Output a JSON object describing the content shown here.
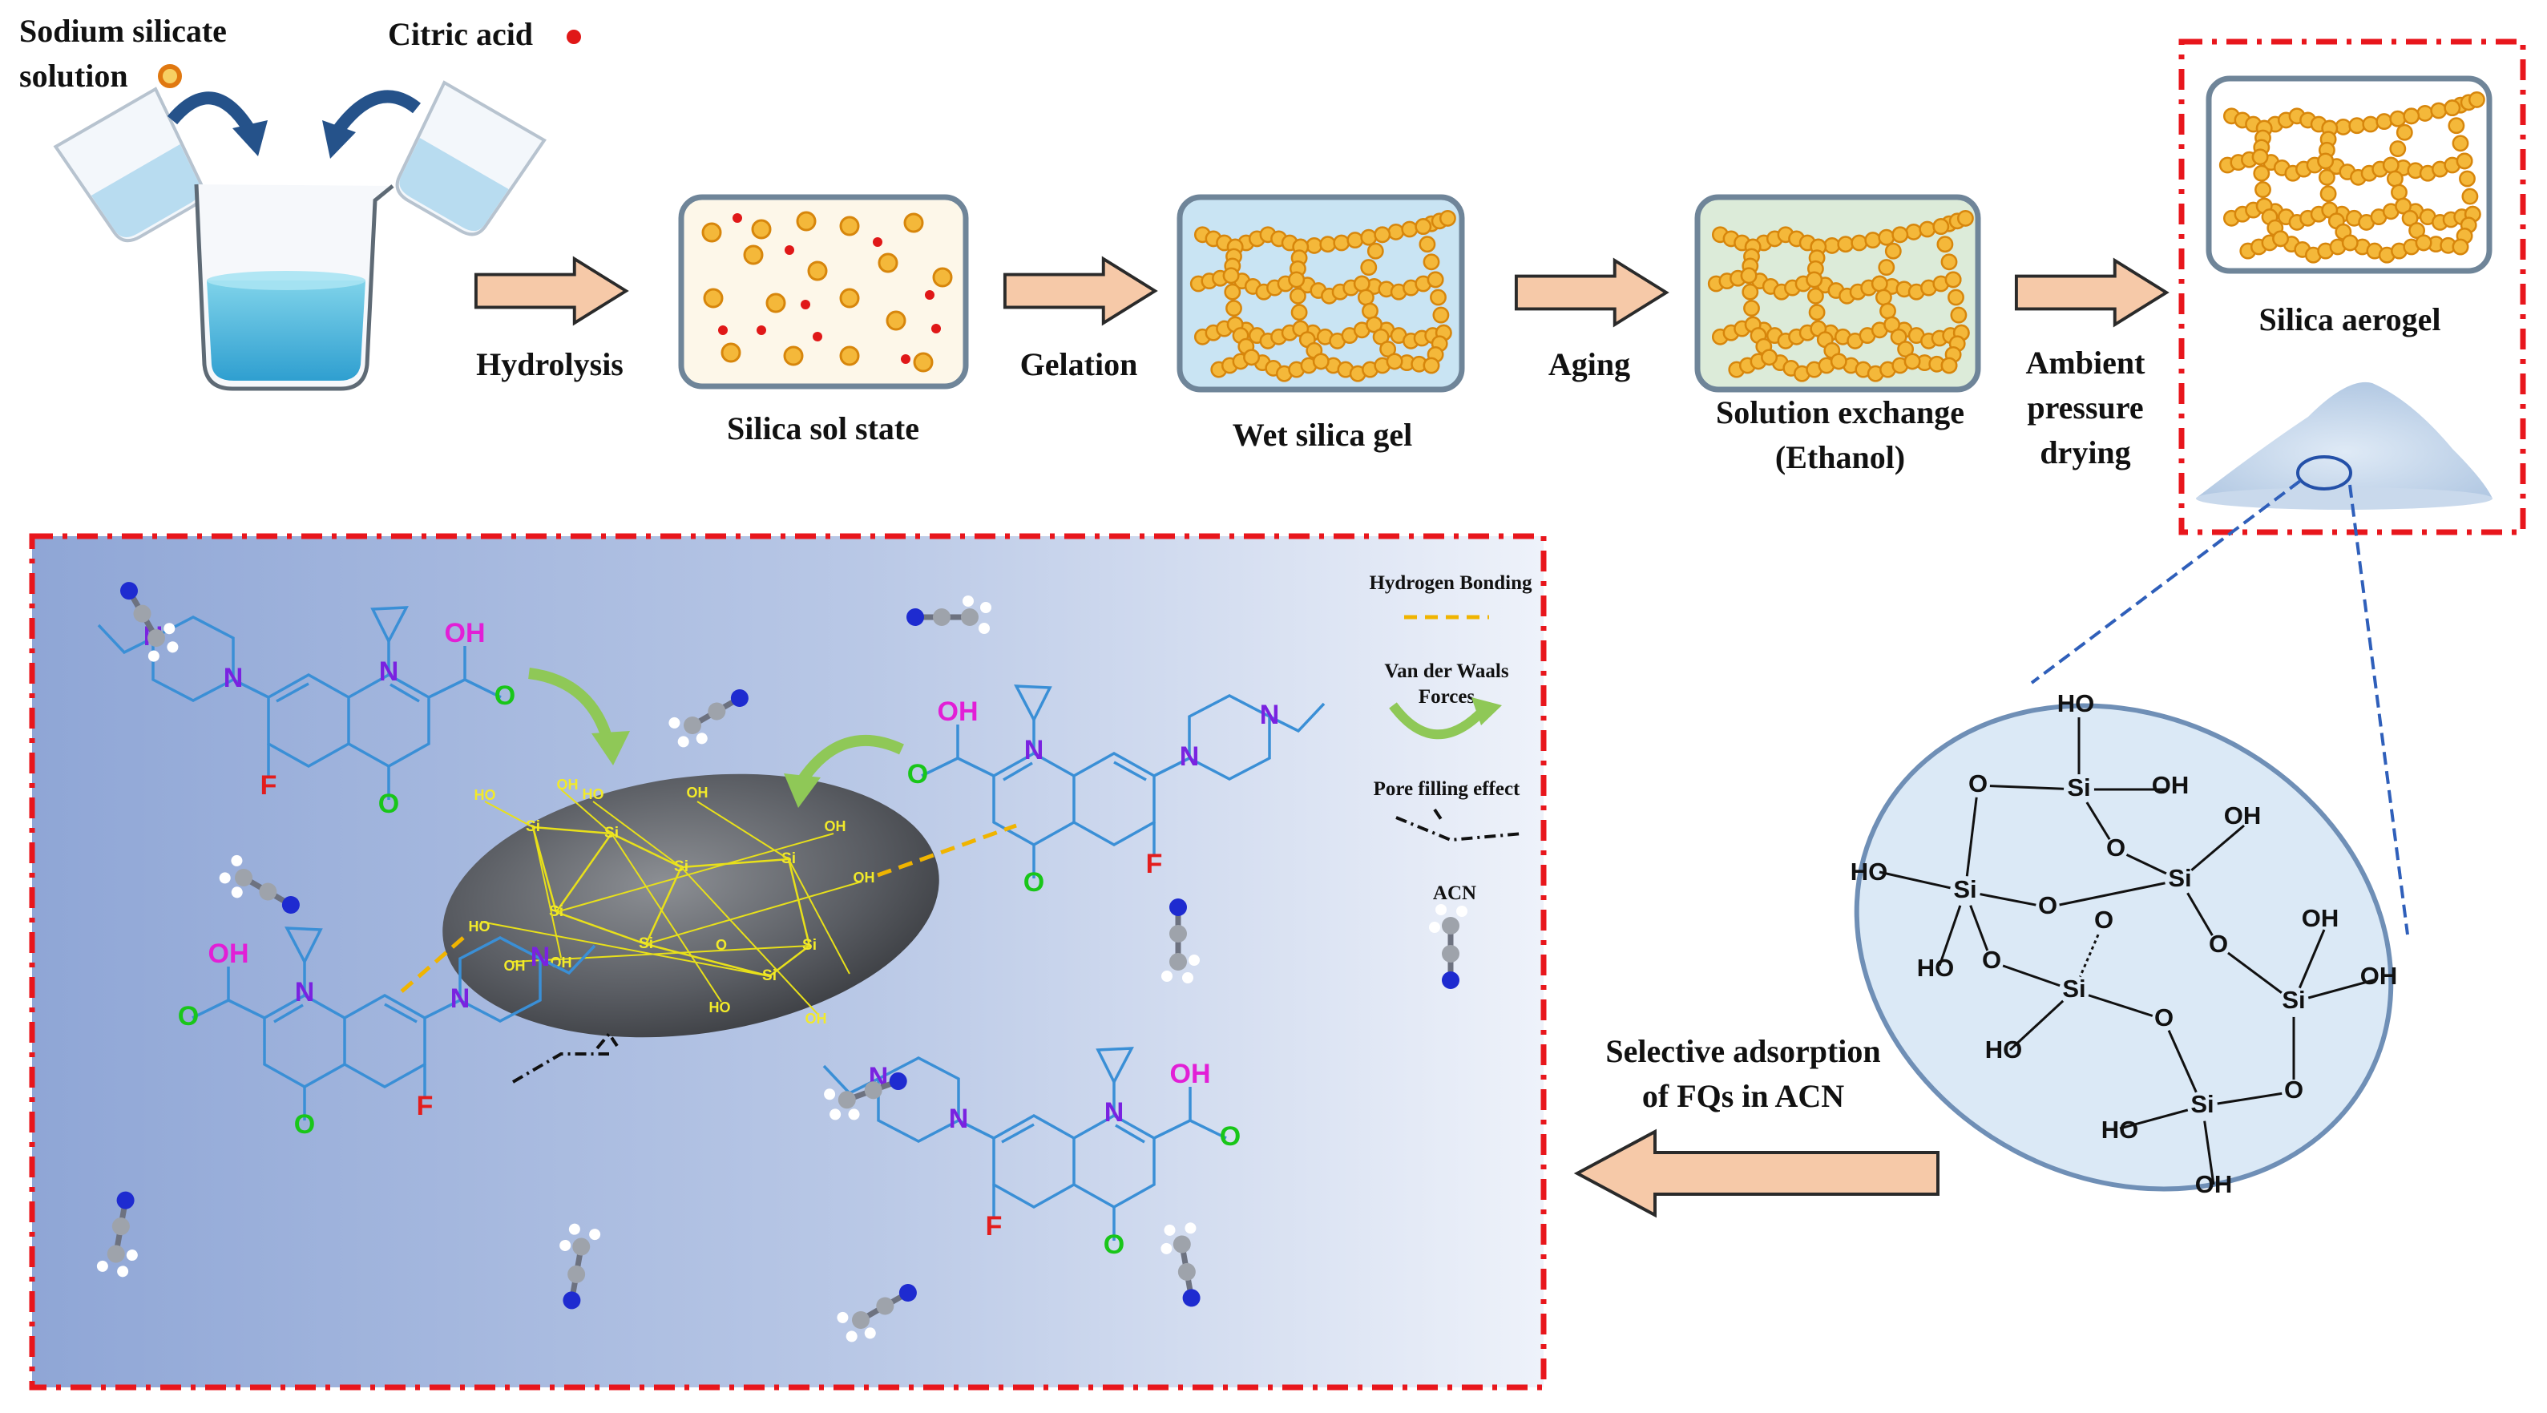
{
  "colors": {
    "arrow_fill": "#f6c9a8",
    "arrow_stroke": "#2a2a2a",
    "box_border": "#6f8599",
    "dash_red": "#e8161c",
    "particle": "#f4b83a",
    "particle_stroke": "#d7860c",
    "citric_dot": "#e01818",
    "sol_bg": "#fdf7e9",
    "gel_bg": "#c9e4f3",
    "exchange_bg": "#dcebd9",
    "panel_left": "#8fa6d6",
    "panel_right": "#f1f4fb",
    "mol_bond": "#3a8fd6",
    "atom_N": "#7a22e0",
    "atom_O": "#19c619",
    "atom_OH": "#e21fd6",
    "atom_F": "#e31d1d",
    "hbond": "#f0b400"
  },
  "top": {
    "reagent_1": [
      "Sodium silicate",
      "solution"
    ],
    "reagent_2": "Citric acid",
    "step_hydrolysis": "Hydrolysis",
    "stage_sol": "Silica sol state",
    "step_gelation": "Gelation",
    "stage_gel": "Wet silica gel",
    "step_aging": "Aging",
    "stage_exchange": [
      "Solution exchange",
      "(Ethanol)"
    ],
    "step_drying": [
      "Ambient",
      "pressure",
      "drying"
    ],
    "stage_aerogel": "Silica aerogel"
  },
  "bottom": {
    "adsorption_label": [
      "Selective adsorption",
      "of FQs in ACN"
    ],
    "legend": {
      "hbond": "Hydrogen Bonding",
      "vdw": [
        "Van der Waals",
        "Forces"
      ],
      "pore": "Pore filling effect",
      "acn": "ACN"
    },
    "atoms": {
      "N": "N",
      "O": "O",
      "OH": "OH",
      "HO": "HO",
      "F": "F",
      "Si": "Si"
    }
  }
}
